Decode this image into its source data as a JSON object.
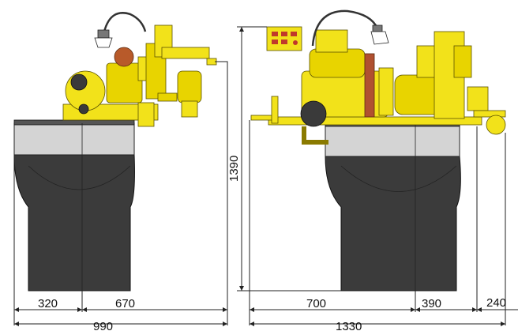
{
  "left_view": {
    "dim_left_segment": "320",
    "dim_right_segment": "670",
    "dim_total": "990"
  },
  "right_view": {
    "dim_left_segment": "700",
    "dim_right_segment": "390",
    "dim_overhang": "240",
    "dim_total": "1330",
    "dim_height": "1390"
  },
  "colors": {
    "machine_body": "#f2e21a",
    "base_column": "#3b3b3b",
    "table_top": "#d4d4d4"
  }
}
